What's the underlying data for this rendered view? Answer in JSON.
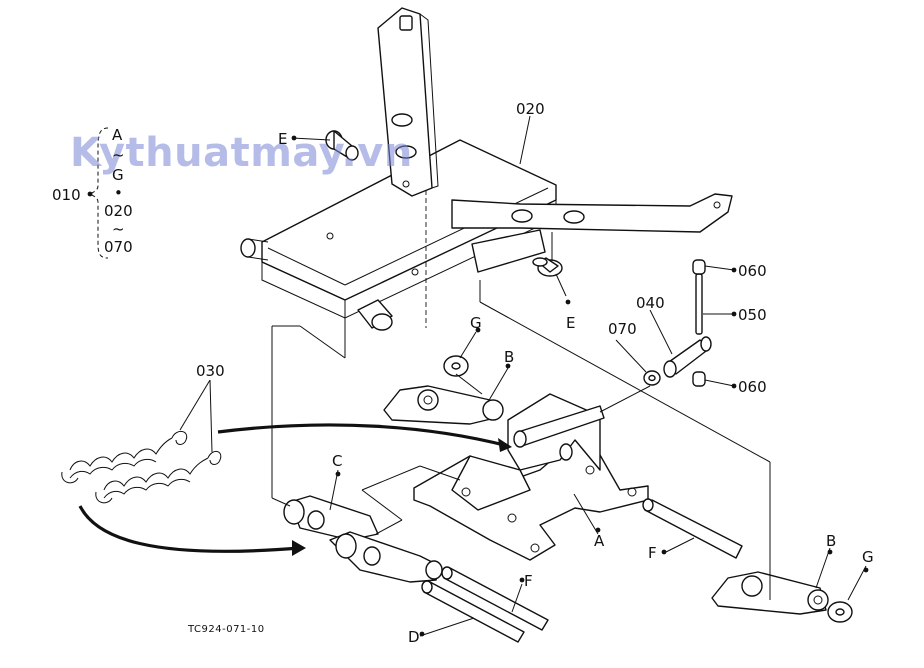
{
  "watermark": "Kythuatmay.vn",
  "drawing_code": "TC924-071-10",
  "group": {
    "label": "010",
    "items": [
      "A",
      "~",
      "G",
      "•",
      "020",
      "~",
      "070"
    ]
  },
  "labels": {
    "p020": "020",
    "p030": "030",
    "p040": "040",
    "p050": "050",
    "p060_top": "060",
    "p060_bottom": "060",
    "p070": "070",
    "A": "A",
    "B_upper": "B",
    "B_lower": "B",
    "C": "C",
    "D": "D",
    "E_top": "E",
    "E_right": "E",
    "F_center": "F",
    "F_right": "F",
    "G_upper": "G",
    "G_lower": "G"
  }
}
